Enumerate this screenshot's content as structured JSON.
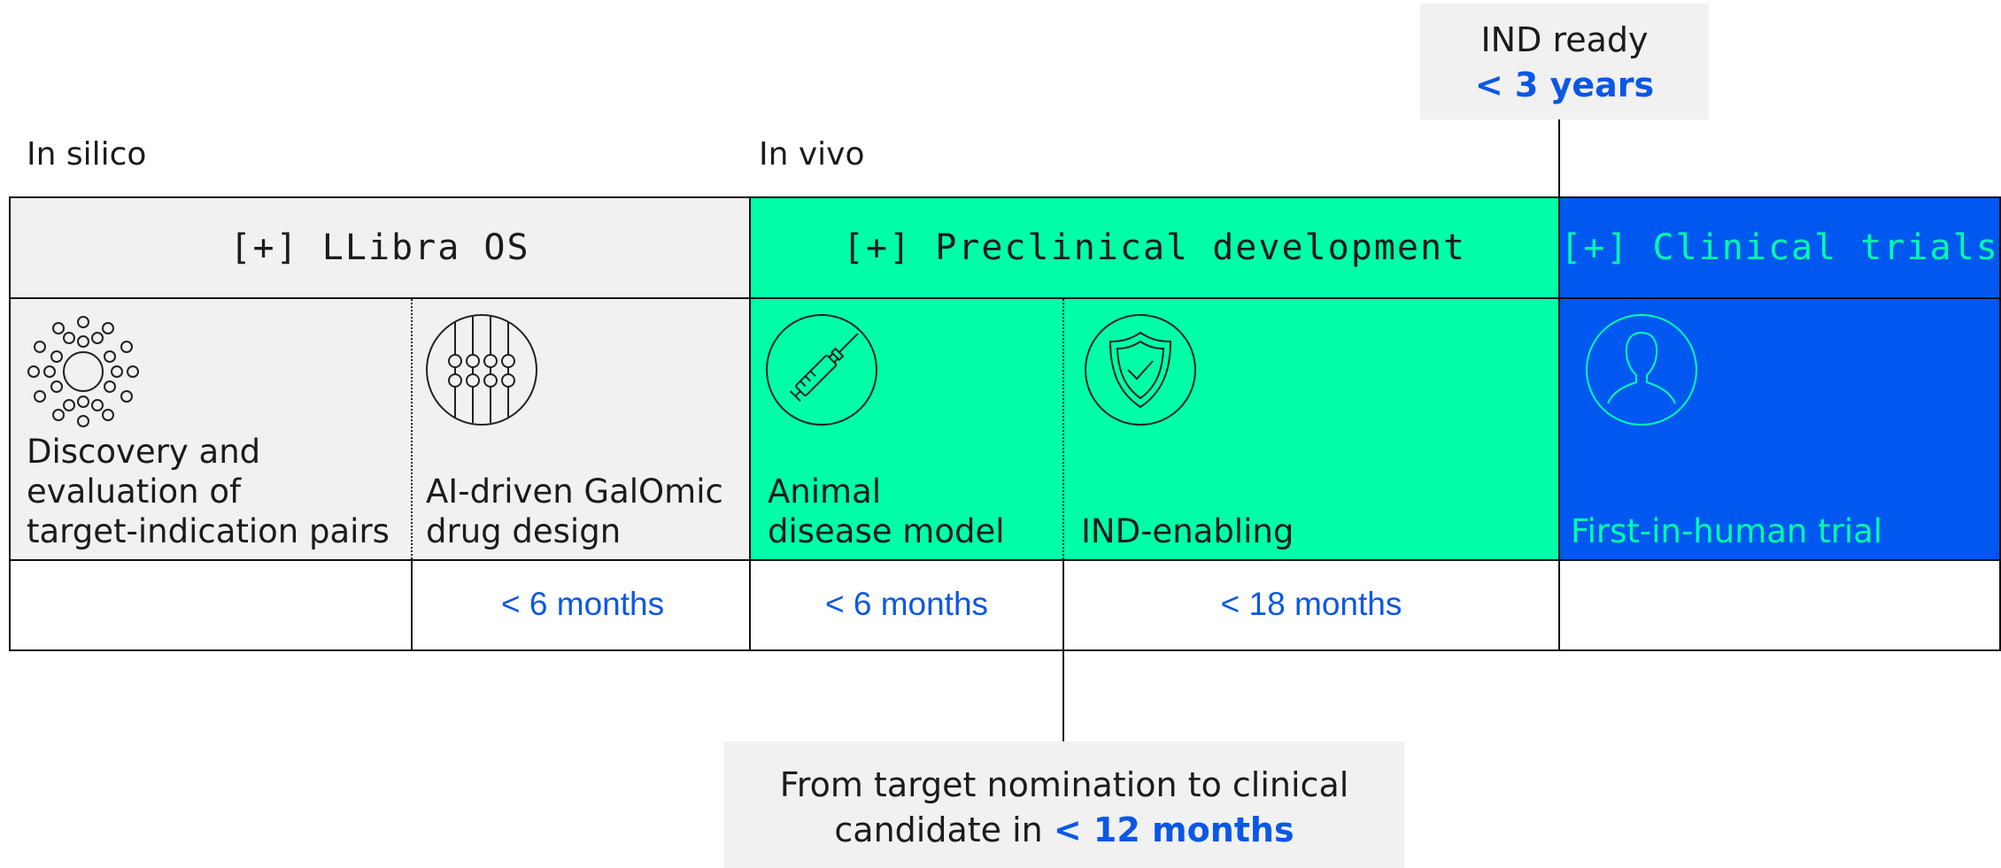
{
  "ind_callout": {
    "title": "IND ready",
    "time": "< 3 years"
  },
  "phase_labels": {
    "in_silico": "In silico",
    "in_vivo": "In vivo"
  },
  "phases": [
    {
      "label": "[+] LLibra OS",
      "color": "#f0f1f0"
    },
    {
      "label": "[+] Preclinical development",
      "color": "#00ffa8"
    },
    {
      "label": "[+] Clinical trials",
      "color": "#0058f0"
    }
  ],
  "stages": [
    {
      "text": "Discovery and evaluation of target-indication pairs",
      "lines": [
        "Discovery and",
        "evaluation of",
        "target-indication pairs"
      ],
      "icon": "molecular-network-icon"
    },
    {
      "text": "AI-driven GalOmic drug design",
      "lines": [
        "AI-driven GalOmic",
        "drug design"
      ],
      "icon": "microarray-icon"
    },
    {
      "text": "Animal disease model",
      "lines": [
        "Animal",
        "disease model"
      ],
      "icon": "syringe-icon"
    },
    {
      "text": "IND-enabling",
      "lines": [
        "IND-enabling"
      ],
      "icon": "shield-check-icon"
    },
    {
      "text": "First-in-human trial",
      "lines": [
        "First-in-human trial"
      ],
      "icon": "person-icon"
    }
  ],
  "durations": [
    "",
    "< 6 months",
    "< 6 months",
    "< 18 months",
    ""
  ],
  "bottom_callout": {
    "line1": "From target nomination to clinical",
    "line2_prefix": "candidate in ",
    "line2_time": "< 12 months"
  },
  "colors": {
    "accent_blue": "#0b57e6",
    "green": "#00ffa8",
    "clinical_blue": "#0058f0",
    "grey": "#f0f1f0"
  }
}
